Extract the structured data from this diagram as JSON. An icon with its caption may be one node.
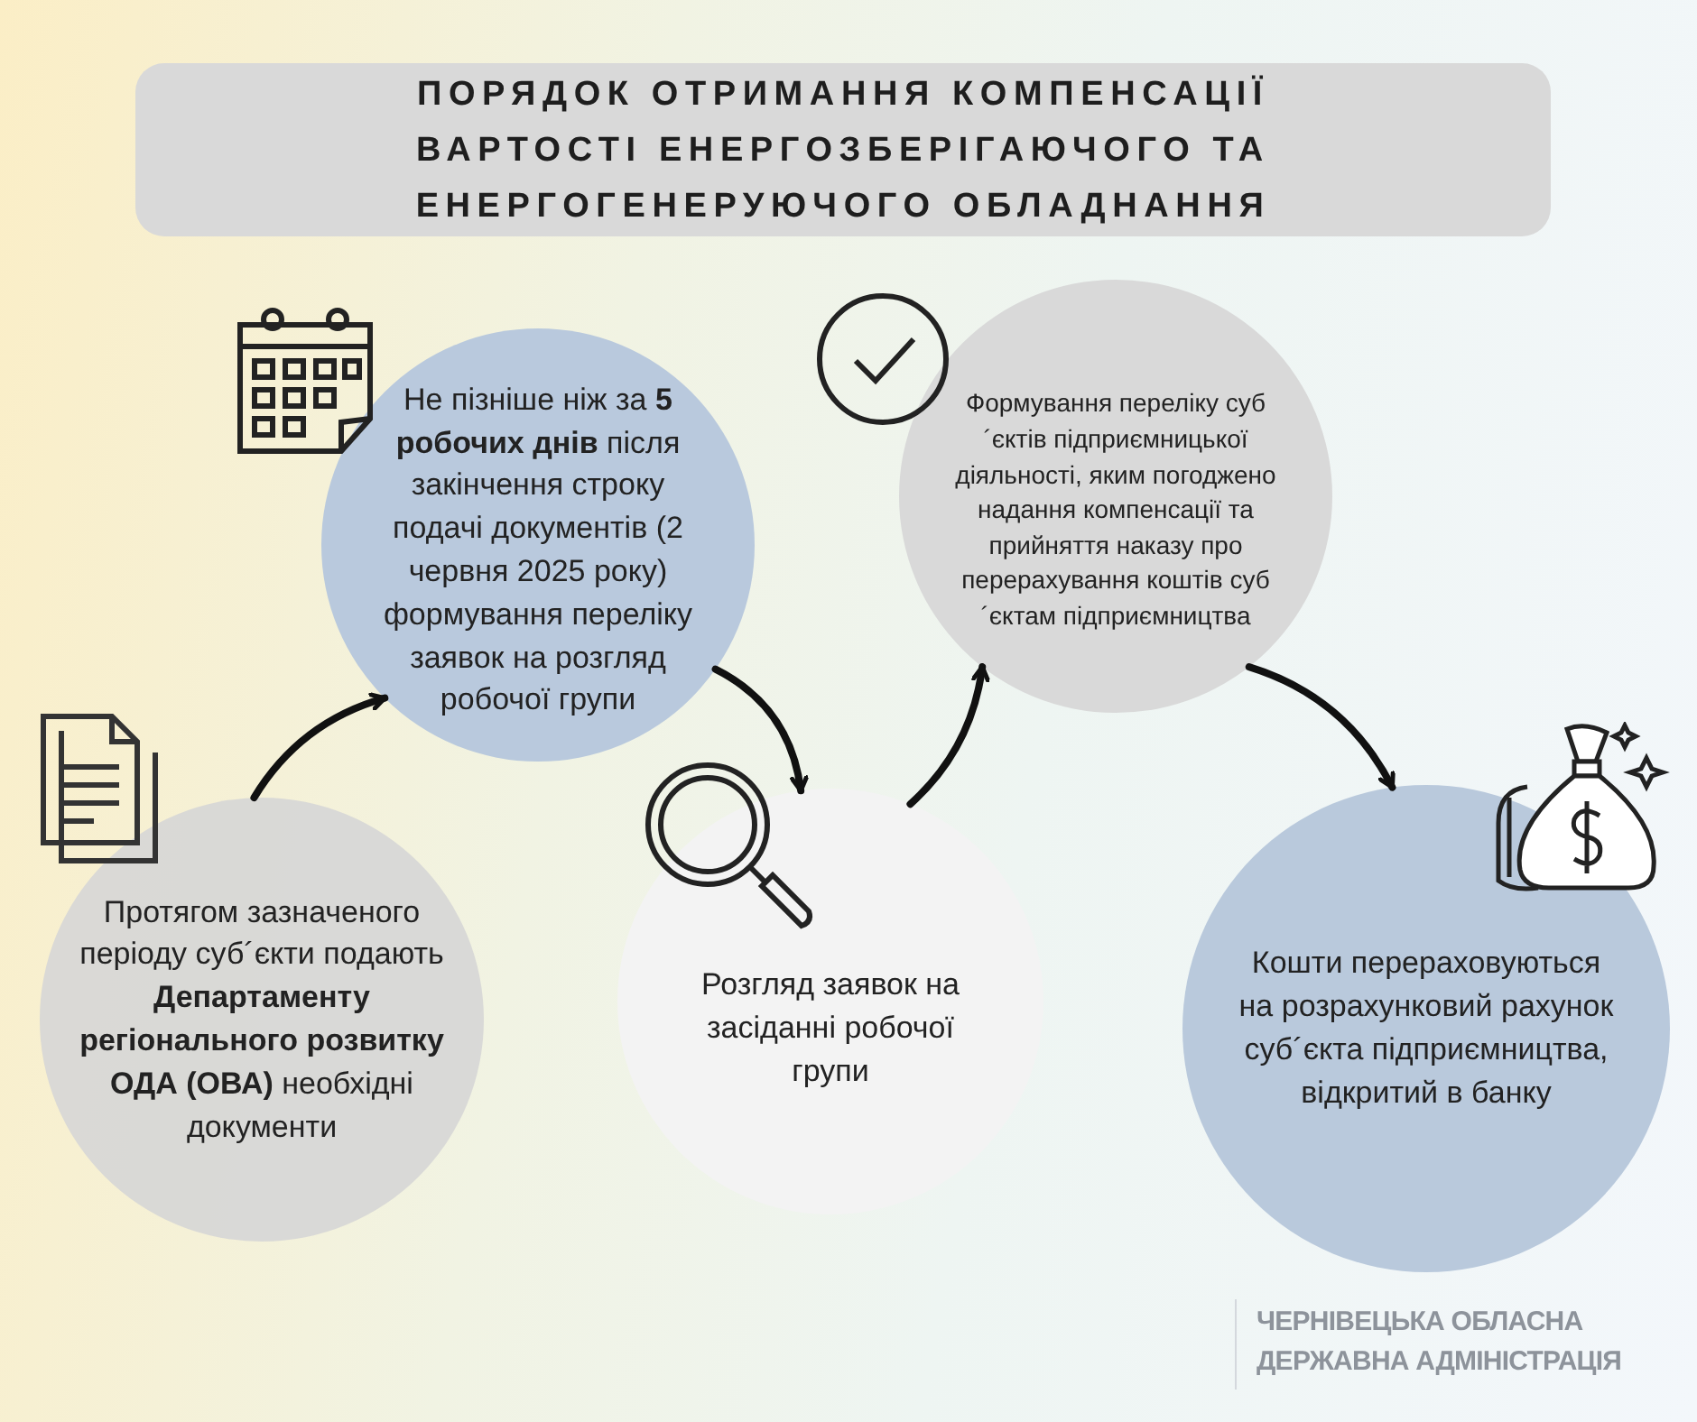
{
  "diagram": {
    "title": "ПОРЯДОК ОТРИМАННЯ КОМПЕНСАЦІЇ ВАРТОСТІ ЕНЕРГОЗБЕРІГАЮЧОГО ТА ЕНЕРГОГЕНЕРУЮЧОГО ОБЛАДНАННЯ",
    "nodes": [
      {
        "text": [
          "Протягом зазначеного періоду суб´єкти подають **Департаменту регіонального розвитку ОДА (ОВА)** необхідні документи"
        ]
      },
      {
        "text": [
          "Не пізніше ніж за **5 робочих днів** після закінчення строку подачі документів (2 червня 2025 року) формування переліку заявок на розгляд робочої групи"
        ]
      },
      {
        "text": [
          "Розгляд заявок на засіданні робочої групи"
        ]
      },
      {
        "text": [
          "Формування переліку суб´єктів підприємницької діяльності, яким погоджено надання компенсації  та прийняття наказу про перерахування коштів суб´єктам підприємництва"
        ]
      },
      {
        "text": [
          "Кошти перераховуються на розрахунковий рахунок суб´єкта підприємництва, відкритий в банку"
        ]
      }
    ],
    "edges": [
      {
        "from": 0,
        "to": 1,
        "arrow": "to"
      },
      {
        "from": 1,
        "to": 2,
        "arrow": "to"
      },
      {
        "from": 2,
        "to": 3,
        "arrow": "to"
      },
      {
        "from": 3,
        "to": 4,
        "arrow": "to"
      }
    ],
    "labels": [
      "ЧЕРНІВЕЦЬКА ОБЛАСНА ДЕРЖАВНА АДМІНІСТРАЦІЯ"
    ]
  }
}
